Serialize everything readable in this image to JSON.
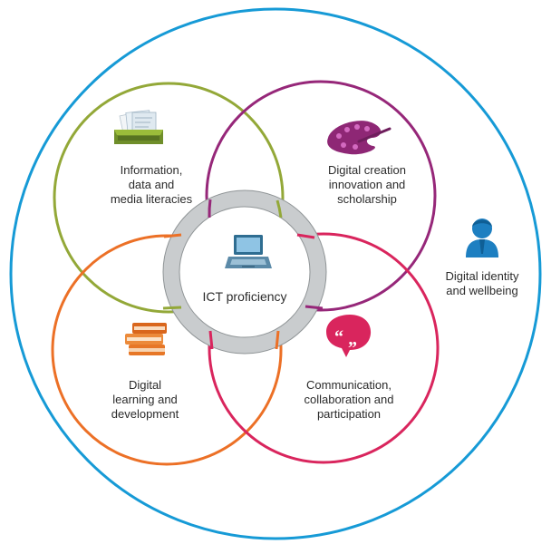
{
  "diagram": {
    "colors": {
      "outer": "#169ad6",
      "information": "#93a838",
      "creation": "#962779",
      "learning": "#ec7026",
      "communication": "#d9255d",
      "center_ring": "#c9ccce"
    },
    "center": {
      "label": "ICT proficiency",
      "icon": "laptop-icon"
    },
    "information": {
      "lines": [
        "Information,",
        "data and",
        "media literacies"
      ],
      "icon": "card-file-icon"
    },
    "creation": {
      "lines": [
        "Digital creation",
        "innovation and",
        "scholarship"
      ],
      "icon": "paint-palette-icon"
    },
    "learning": {
      "lines": [
        "Digital",
        "learning and",
        "development"
      ],
      "icon": "book-stack-icon"
    },
    "communication": {
      "lines": [
        "Communication,",
        "collaboration and",
        "participation"
      ],
      "icon": "speech-bubble-icon"
    },
    "identity": {
      "lines": [
        "Digital identity",
        "and wellbeing"
      ],
      "icon": "person-icon"
    }
  }
}
